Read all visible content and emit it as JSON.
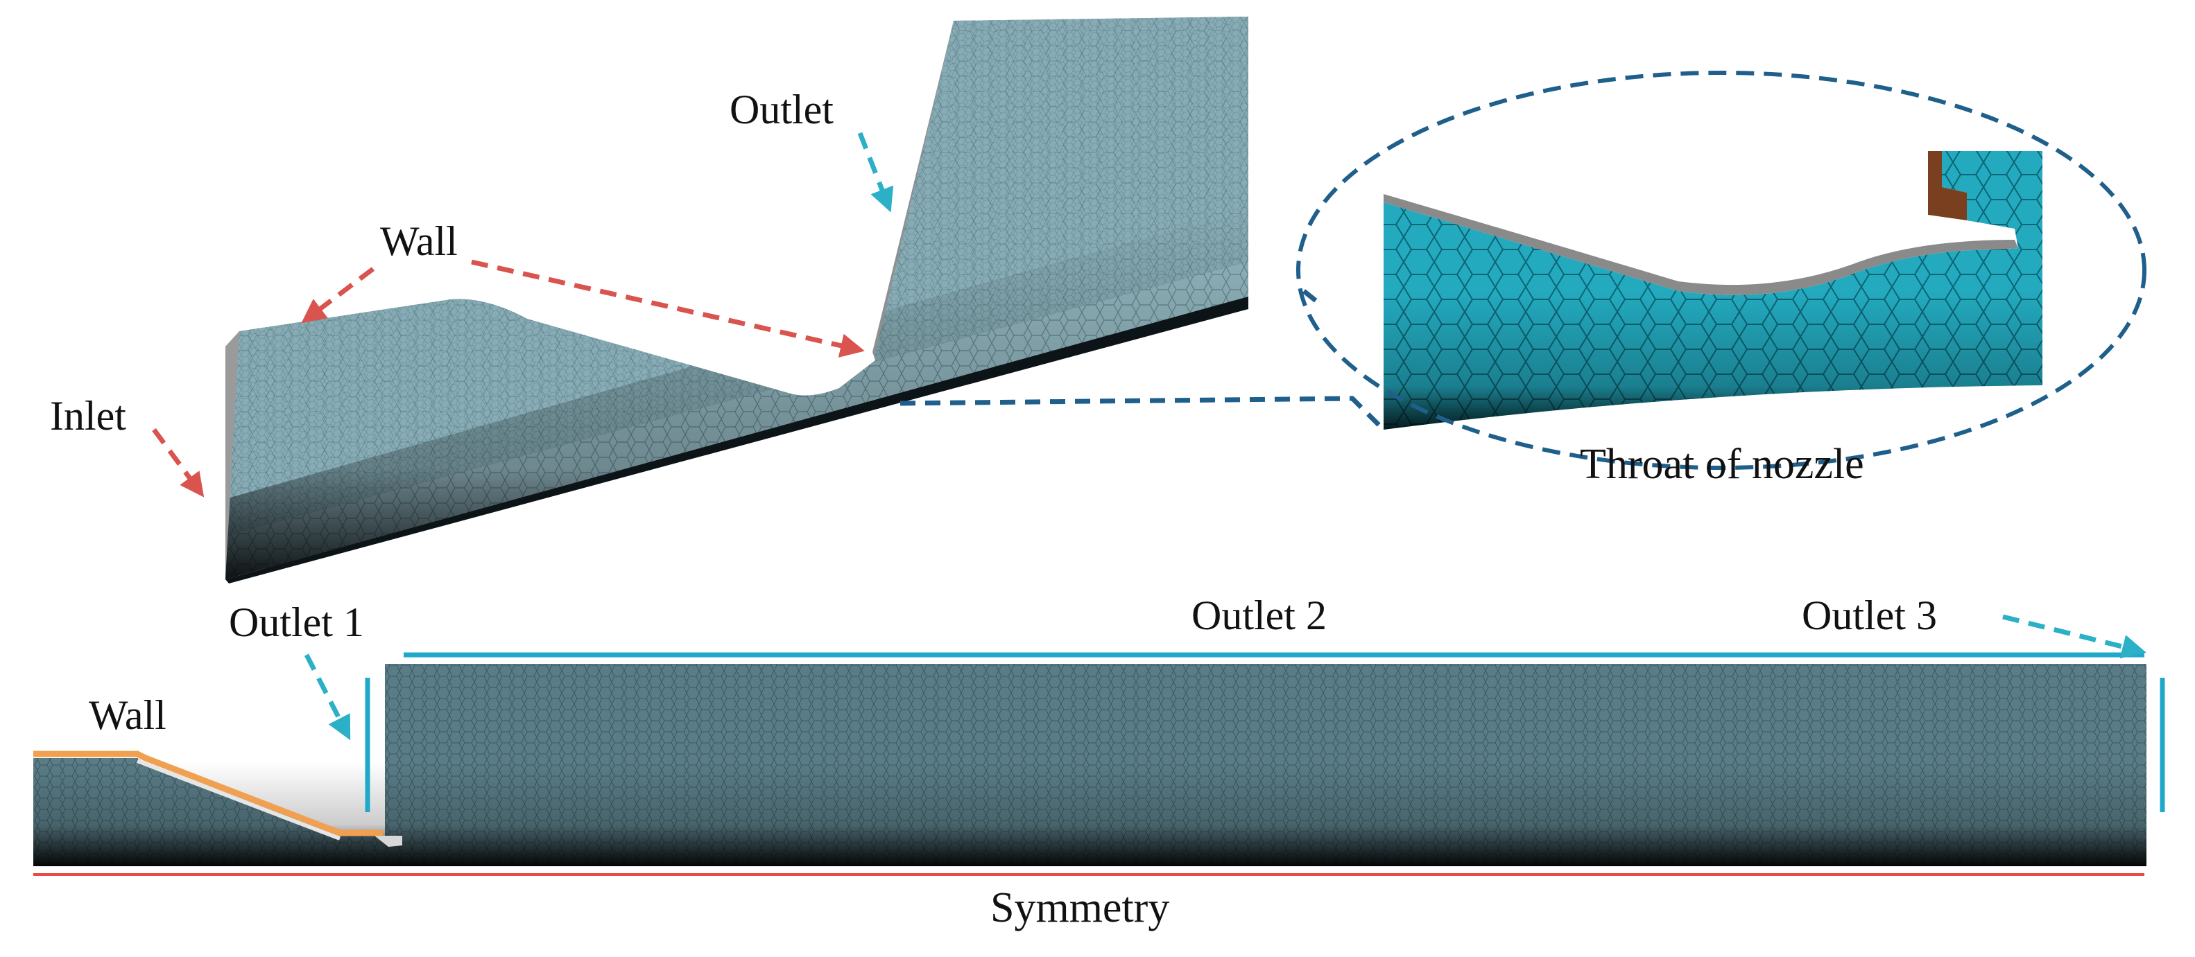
{
  "labels": {
    "outlet_top": "Outlet",
    "wall_top": "Wall",
    "inlet": "Inlet",
    "throat": "Throat of nozzle",
    "outlet1": "Outlet 1",
    "outlet2": "Outlet 2",
    "outlet3": "Outlet 3",
    "wall_bottom": "Wall",
    "symmetry": "Symmetry"
  },
  "colors": {
    "mesh_fill": "#8fb3bd",
    "mesh_dark": "#1b2b33",
    "zoom_fill": "#22a7bd",
    "wall_arrow": "#d9534f",
    "outlet_arrow": "#2bb0c8",
    "outlet_line": "#1fa8c9",
    "wall_line": "#f0a050",
    "symmetry_line": "#e84a4a",
    "ellipse_stroke": "#1f5f8b",
    "solid_gray": "#8a8a8a",
    "solid_brown": "#7a3f1e"
  }
}
